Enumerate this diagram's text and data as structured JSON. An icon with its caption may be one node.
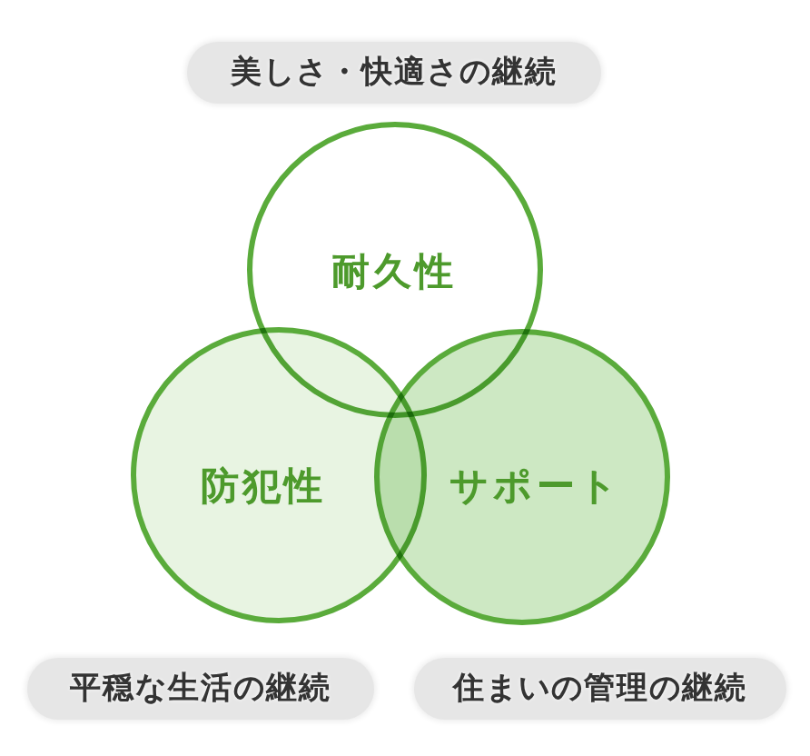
{
  "diagram": {
    "nodes": [
      {
        "text": [
          "美しさ・快適さの継続"
        ]
      },
      {
        "text": [
          "耐久性"
        ]
      },
      {
        "text": [
          "防犯性"
        ]
      },
      {
        "text": [
          "サポート"
        ]
      },
      {
        "text": [
          "平穏な生活の継続"
        ]
      },
      {
        "text": [
          "住まいの管理の継続"
        ]
      }
    ]
  }
}
